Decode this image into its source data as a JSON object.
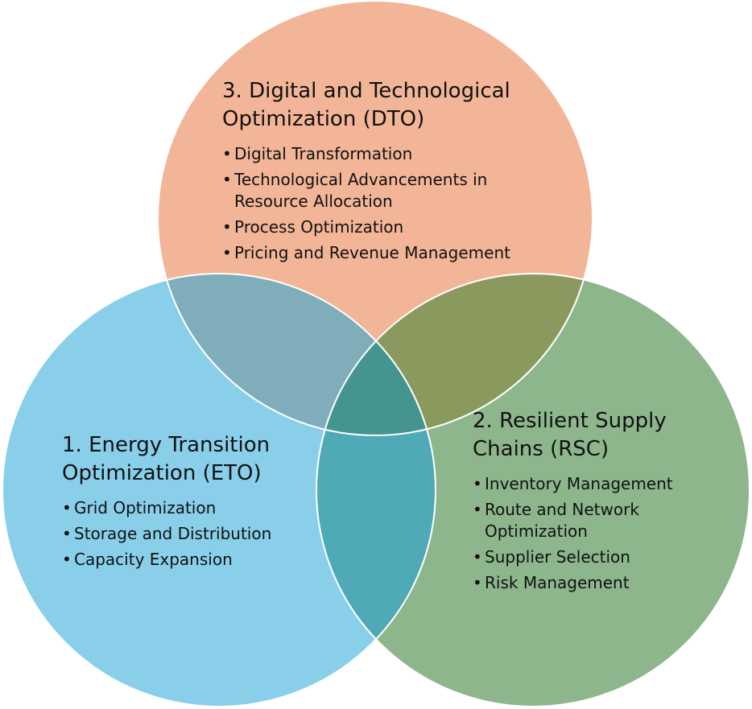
{
  "colors": {
    "dto_circle": "#F2B597",
    "eto_circle": "#89CFEA",
    "rsc_circle": "#8DB68D",
    "dto_eto_overlap": "#7FAEBA",
    "dto_rsc_overlap": "#8A9A5E",
    "eto_rsc_overlap": "#4FA9B6",
    "center_overlap": "#44958F",
    "outline": "#FFFFFF"
  },
  "circles": {
    "dto": {
      "title": "3. Digital and Technological Optimization (DTO)",
      "items": [
        "Digital Transformation",
        "Technological Advancements in Resource Allocation",
        "Process Optimization",
        "Pricing and Revenue Management"
      ]
    },
    "eto": {
      "title": "1. Energy Transition Optimization (ETO)",
      "items": [
        "Grid Optimization",
        "Storage and Distribution",
        "Capacity Expansion"
      ]
    },
    "rsc": {
      "title": "2. Resilient Supply Chains (RSC)",
      "items": [
        "Inventory Management",
        "Route and Network Optimization",
        "Supplier Selection",
        "Risk Management"
      ]
    }
  }
}
